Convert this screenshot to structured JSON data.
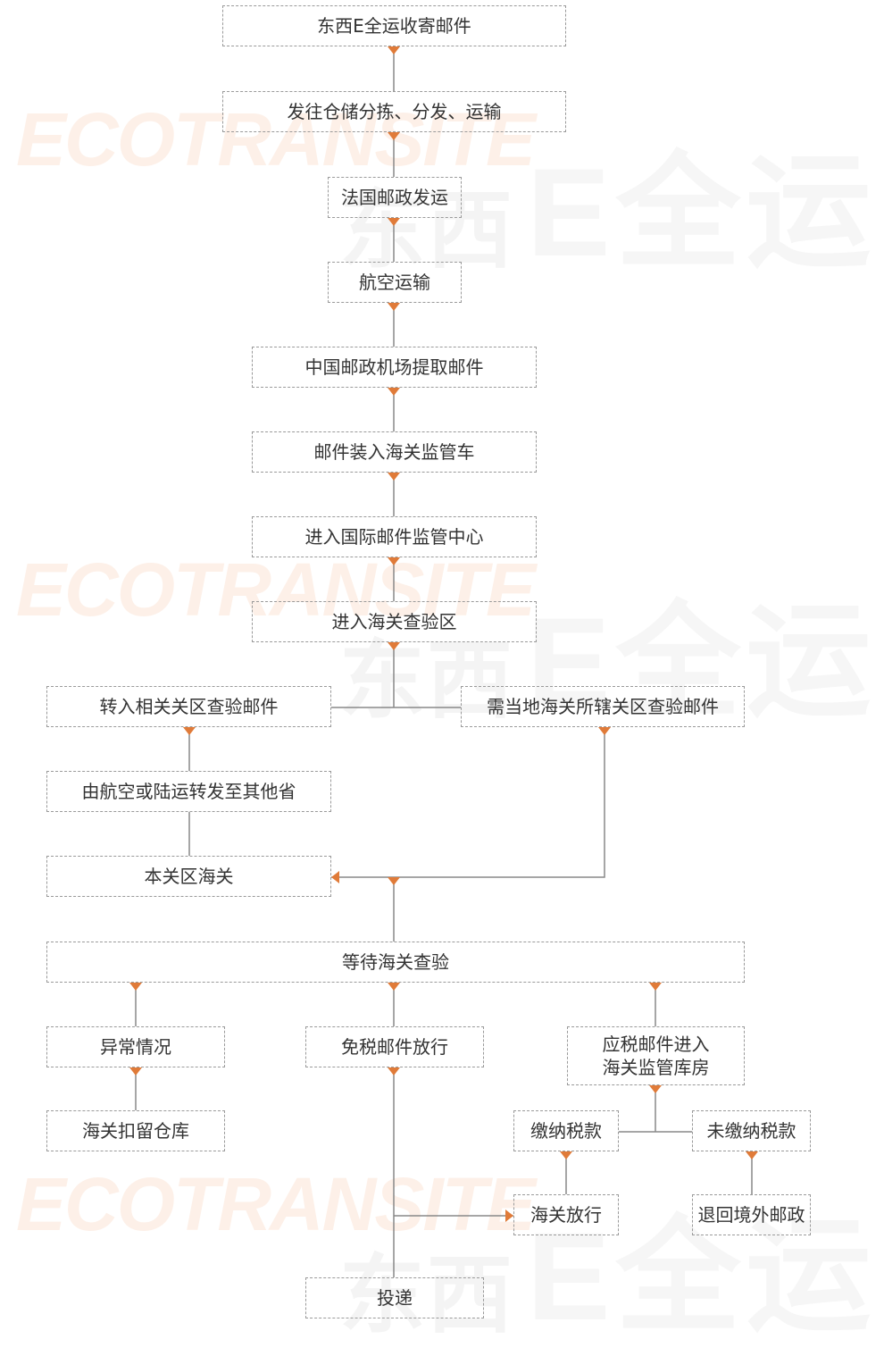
{
  "watermark": {
    "english": "ECOTRANSITE",
    "chinese_left": "东西",
    "chinese_right": "E全运"
  },
  "colors": {
    "connector": "#888888",
    "arrow": "#e07b39",
    "border": "#9a9a9a",
    "text": "#333333"
  },
  "nodes": {
    "n1": "东西E全运收寄邮件",
    "n2": "发往仓储分拣、分发、运输",
    "n3": "法国邮政发运",
    "n4": "航空运输",
    "n5": "中国邮政机场提取邮件",
    "n6": "邮件装入海关监管车",
    "n7": "进入国际邮件监管中心",
    "n8": "进入海关查验区",
    "n9": "转入相关关区查验邮件",
    "n10": "需当地海关所辖关区查验邮件",
    "n11": "由航空或陆运转发至其他省",
    "n12": "本关区海关",
    "n13": "等待海关查验",
    "n14": "异常情况",
    "n15": "免税邮件放行",
    "n16a": "应税邮件进入",
    "n16b": "海关监管库房",
    "n17": "海关扣留仓库",
    "n18": "缴纳税款",
    "n19": "未缴纳税款",
    "n20": "海关放行",
    "n21": "退回境外邮政",
    "n22": "投递"
  }
}
